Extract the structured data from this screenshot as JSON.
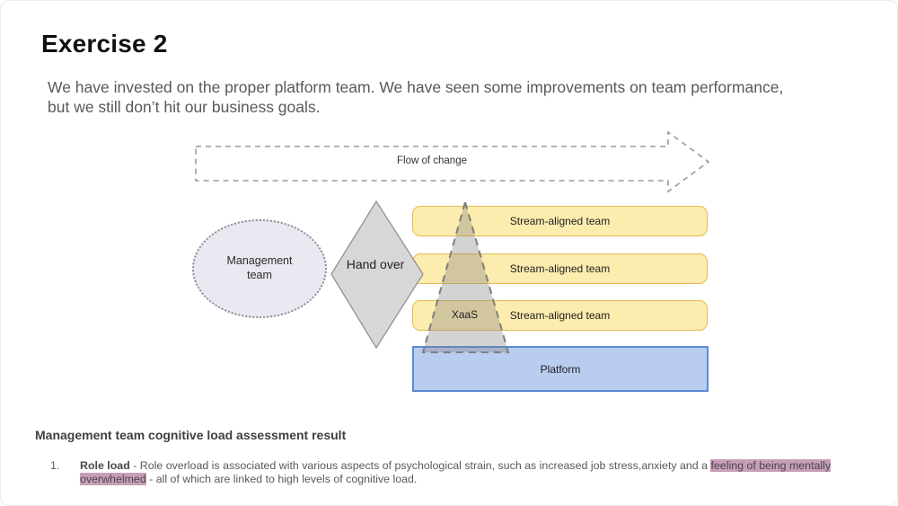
{
  "slide": {
    "title": "Exercise 2",
    "subtitle": "We have invested on the proper platform team. We have seen some improvements on team performance, but we still don’t hit our business goals."
  },
  "diagram": {
    "flow_arrow_label": "Flow of change",
    "management_team_label": "Management team",
    "handover_label": "Hand over",
    "xaas_label": "XaaS",
    "stream_teams": [
      {
        "label": "Stream-aligned team"
      },
      {
        "label": "Stream-aligned team"
      },
      {
        "label": "Stream-aligned team"
      }
    ],
    "platform_label": "Platform",
    "colors": {
      "stream_box_fill": "#fcecae",
      "stream_box_border": "#e5bb52",
      "platform_fill": "#b9cdf0",
      "platform_border": "#5b8bd5",
      "ellipse_fill": "#e9e9f1",
      "diamond_fill": "#d7d7d7",
      "triangle_fill": "rgba(128,128,128,0.35)",
      "dashed_stroke": "#8c8c8c"
    }
  },
  "assessment": {
    "heading": "Management team cognitive load assessment result",
    "items": [
      {
        "number": "1.",
        "term": "Role load",
        "text_before_highlight": " - Role overload is associated with various aspects of psychological strain, such as increased job stress,anxiety and a ",
        "highlight": "feeling of being mentally overwhelmed",
        "text_after_highlight": " - all of which are linked to high levels of cognitive load.",
        "highlight_color": "#c79fb7"
      }
    ]
  }
}
